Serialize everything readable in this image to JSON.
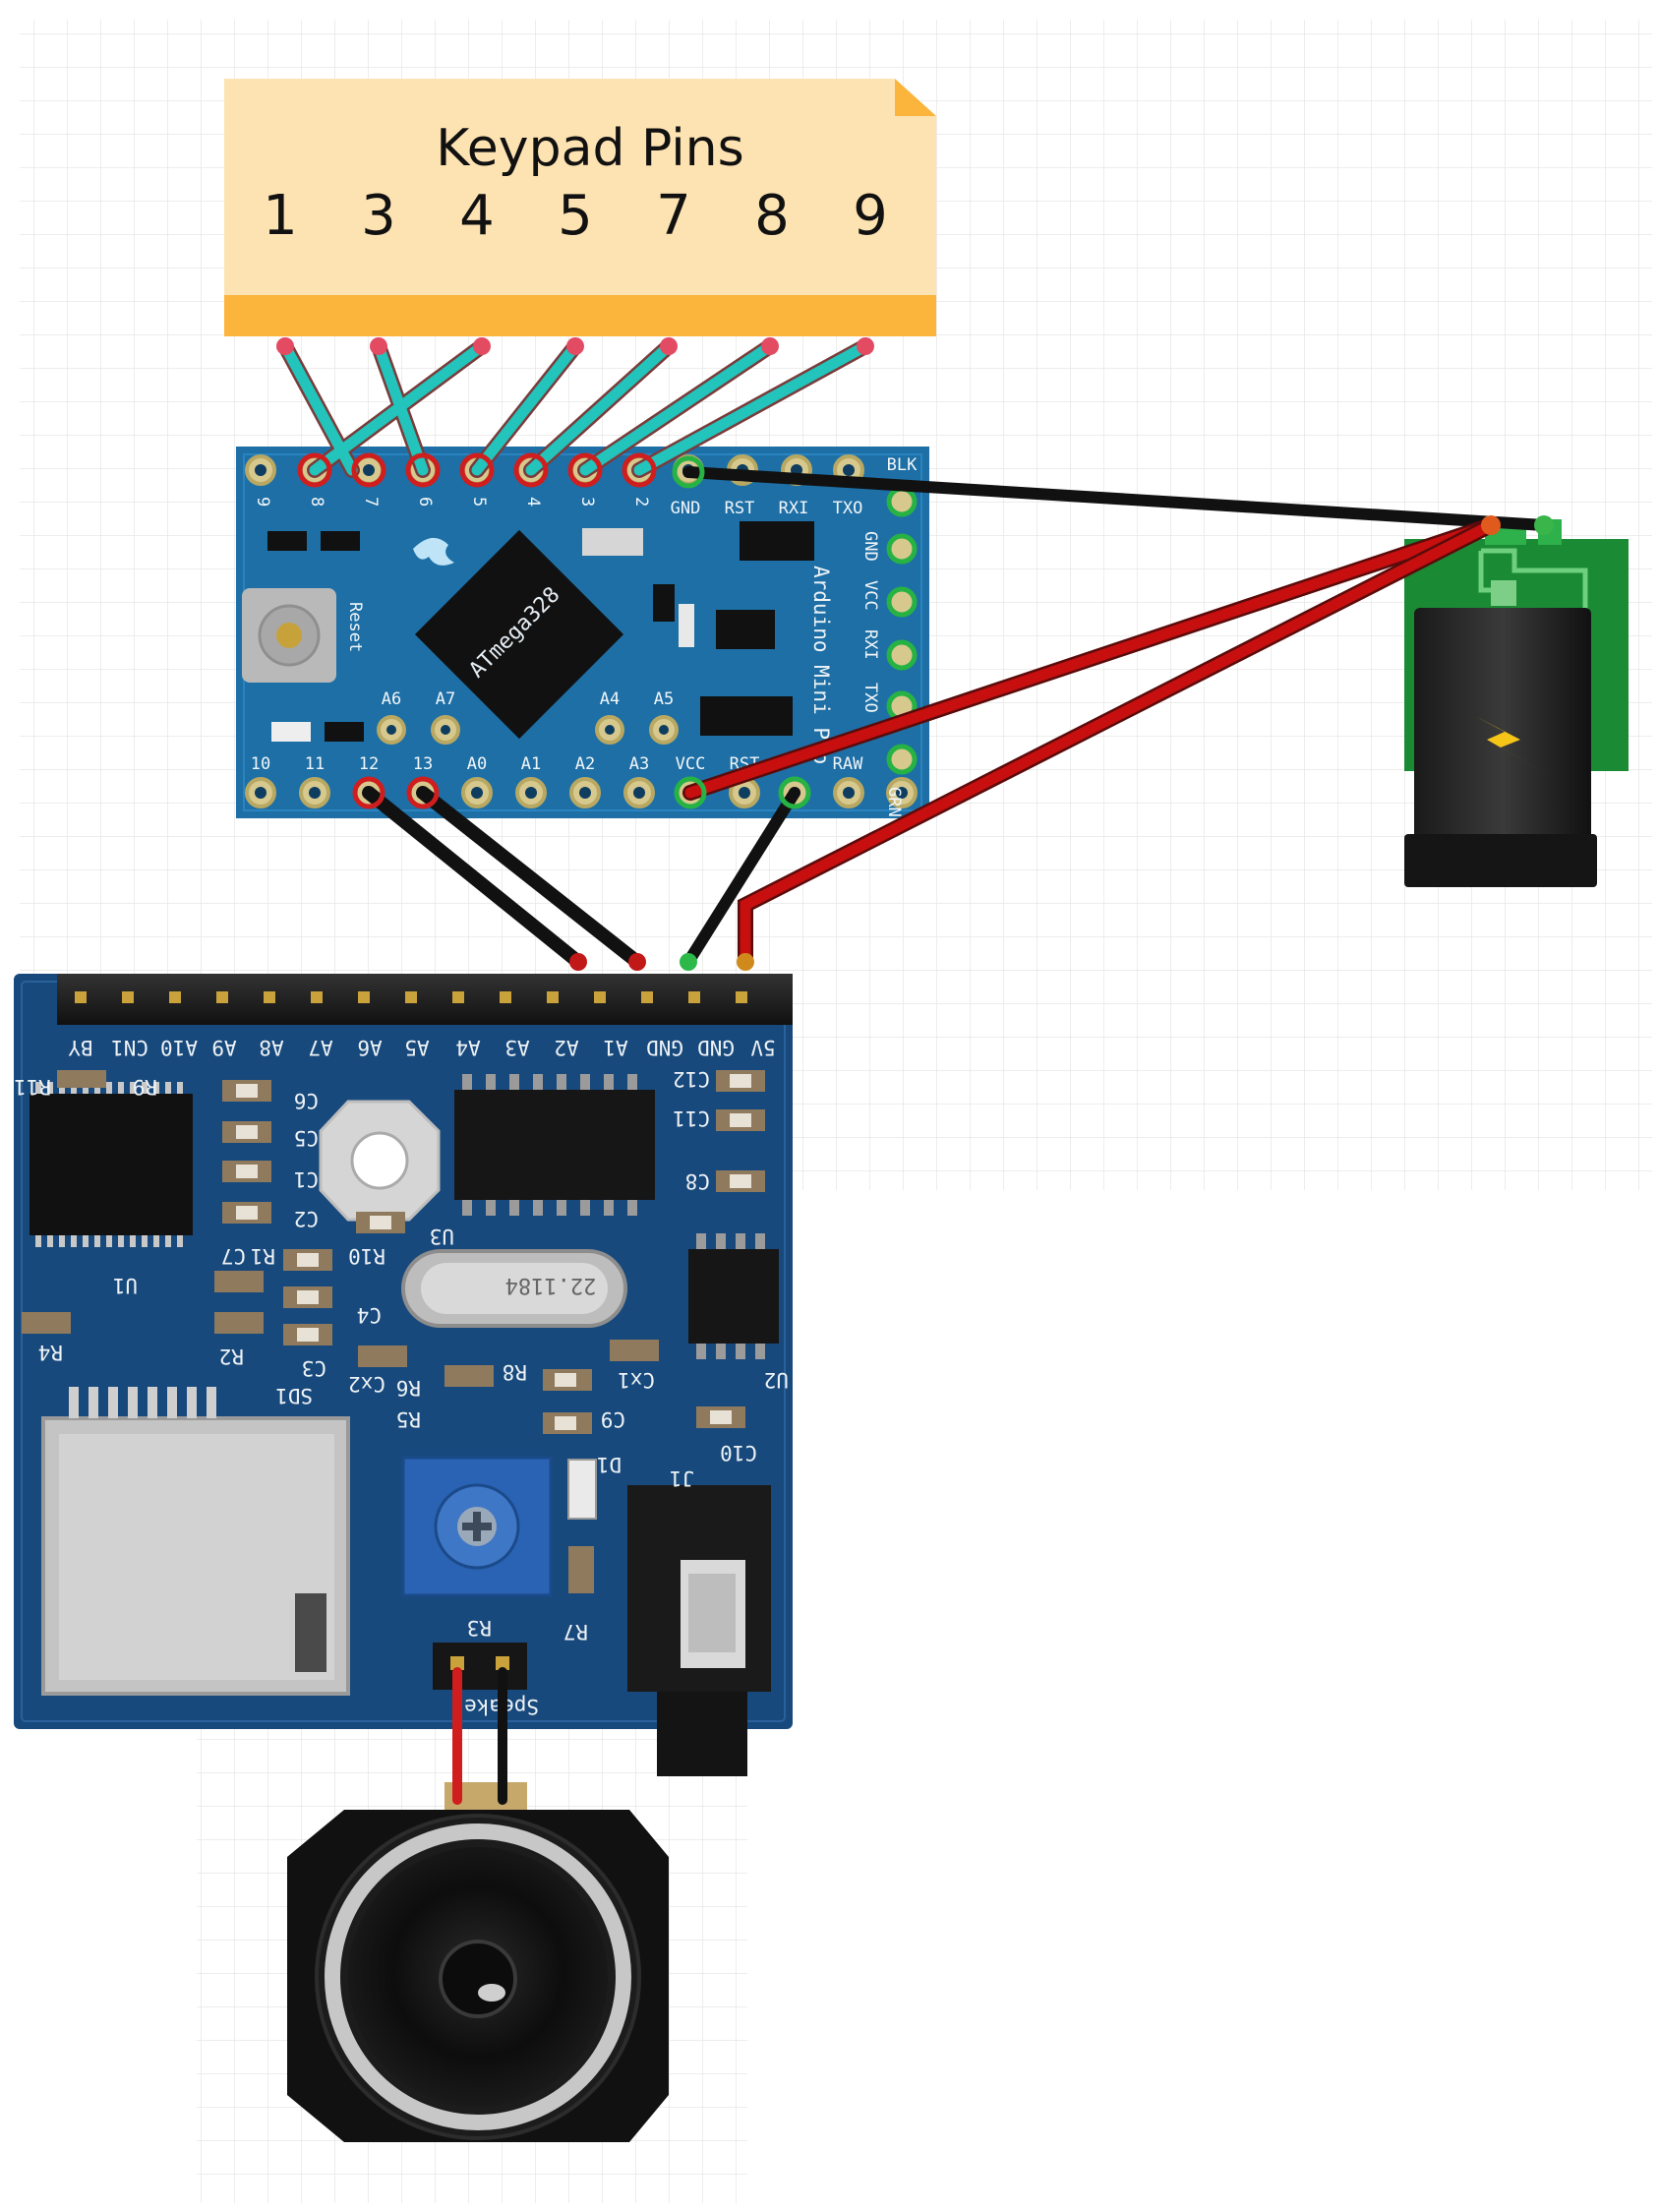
{
  "keypad_note": {
    "title": "Keypad Pins",
    "pins": [
      "1",
      "3",
      "4",
      "5",
      "7",
      "8",
      "9"
    ]
  },
  "arduino": {
    "top_pin_labels": [
      "9",
      "8",
      "7",
      "6",
      "5",
      "4",
      "3",
      "2",
      "GND",
      "RST",
      "RXI",
      "TXO",
      "BLK"
    ],
    "bottom_pin_labels": [
      "10",
      "11",
      "12",
      "13",
      "A0",
      "A1",
      "A2",
      "A3",
      "VCC",
      "RST",
      "RAW",
      "GRN"
    ],
    "side_labels": [
      "GND",
      "VCC",
      "RXI",
      "TXO"
    ],
    "inner_labels": [
      "A6",
      "A7",
      "A4",
      "A5"
    ],
    "reset_label": "Reset",
    "chip_label": "ATmega328",
    "board_name": "Arduino Mini Pro"
  },
  "sound_module": {
    "header_labels": [
      "BY",
      "CN1",
      "A10",
      "A9",
      "A8",
      "A7",
      "A6",
      "A5",
      "A4",
      "A3",
      "A2",
      "A1",
      "GND",
      "GND",
      "5V"
    ],
    "component_labels": [
      "R11",
      "R9",
      "C6",
      "C5",
      "C1",
      "C2",
      "C7",
      "R1",
      "R10",
      "U3",
      "C12",
      "C11",
      "C8",
      "U1",
      "R4",
      "R2",
      "C3",
      "C4",
      "Cx2",
      "R8",
      "Cx1",
      "U2",
      "SD1",
      "R6",
      "R5",
      "C9",
      "C10",
      "D1",
      "J1",
      "R3",
      "R7"
    ],
    "crystal_label": "22.1184",
    "speaker_label": "Speaker"
  },
  "colors": {
    "keypad_wire": "#22c4bb",
    "ground_wire": "#111111",
    "power_wire": "#c80f0f",
    "pcb_blue": "#1d6fa6",
    "module_blue": "#18497c",
    "power_jack_green": "#1a8a34",
    "note_fill": "#fde3b2",
    "note_band": "#fbb43c"
  }
}
